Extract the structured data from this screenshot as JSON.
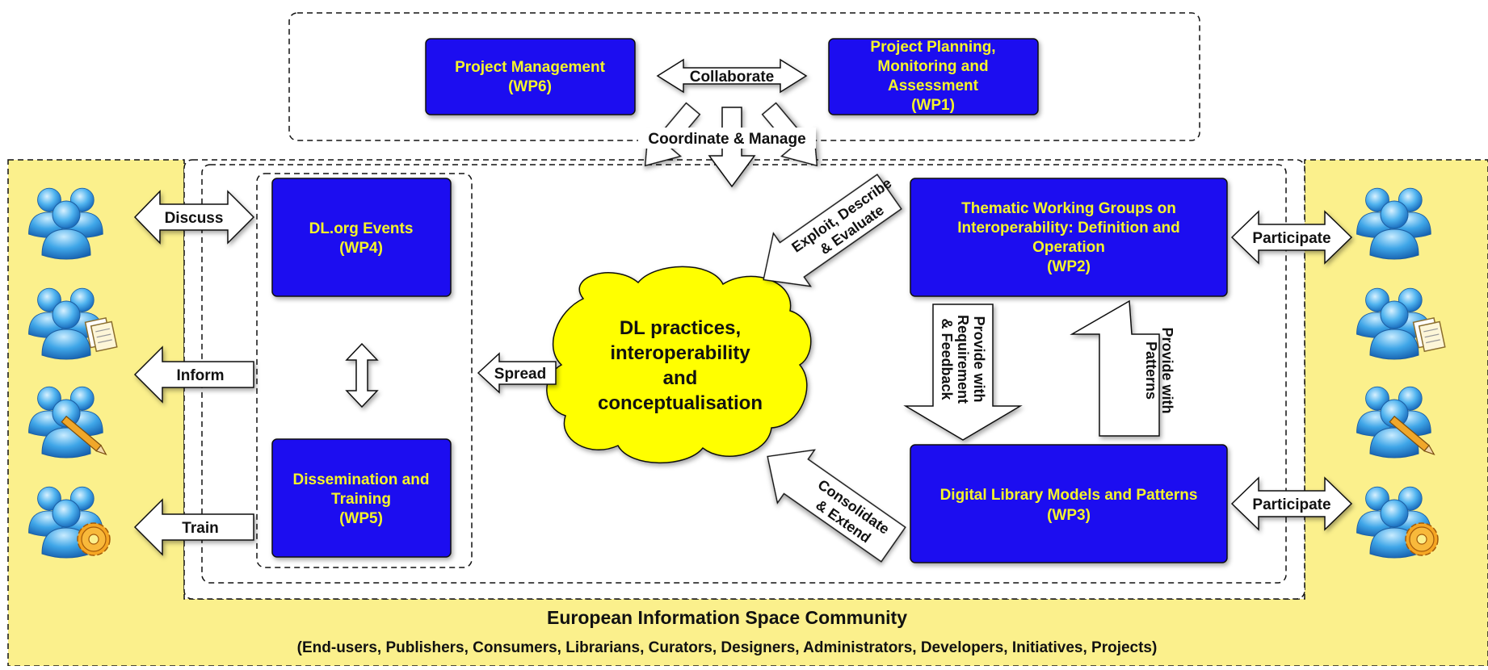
{
  "colors": {
    "wp_box_fill": "#1a0ff0",
    "wp_box_text": "#f5f52a",
    "community_bg": "#fbf08c",
    "cloud_fill": "#ffff00",
    "arrow_fill": "#ffffff",
    "stroke": "#111111"
  },
  "wp6": {
    "line1": "Project Management",
    "line2": "(WP6)"
  },
  "wp1": {
    "line1": "Project Planning,",
    "line2": "Monitoring and",
    "line3": "Assessment",
    "line4": "(WP1)"
  },
  "wp4": {
    "line1": "DL.org Events",
    "line2": "(WP4)"
  },
  "wp5": {
    "line1": "Dissemination and",
    "line2": "Training",
    "line3": "(WP5)"
  },
  "wp2": {
    "line1": "Thematic Working Groups on",
    "line2": "Interoperability: Definition and",
    "line3": "Operation",
    "line4": "(WP2)"
  },
  "wp3": {
    "line1": "Digital Library Models and Patterns",
    "line2": "(WP3)"
  },
  "cloud": {
    "line1": "DL practices,",
    "line2": "interoperability",
    "line3": "and",
    "line4": "conceptualisation"
  },
  "arrows": {
    "collaborate": "Collaborate",
    "coordinate": "Coordinate & Manage",
    "discuss": "Discuss",
    "inform": "Inform",
    "train": "Train",
    "spread": "Spread",
    "exploit_line1": "Exploit, Describe",
    "exploit_line2": "& Evaluate",
    "consolidate_line1": "Consolidate",
    "consolidate_line2": "& Extend",
    "req_line1": "Provide with",
    "req_line2": "Requirement",
    "req_line3": "& Feedback",
    "pat_line1": "Provide with",
    "pat_line2": "Patterns",
    "participate_top": "Participate",
    "participate_bottom": "Participate"
  },
  "community": {
    "title": "European Information Space Community",
    "subtitle": "(End-users, Publishers, Consumers, Librarians, Curators, Designers, Administrators, Developers, Initiatives, Projects)"
  },
  "icons": [
    "users-icon",
    "users-document-icon",
    "users-pencil-icon",
    "users-gear-icon"
  ]
}
